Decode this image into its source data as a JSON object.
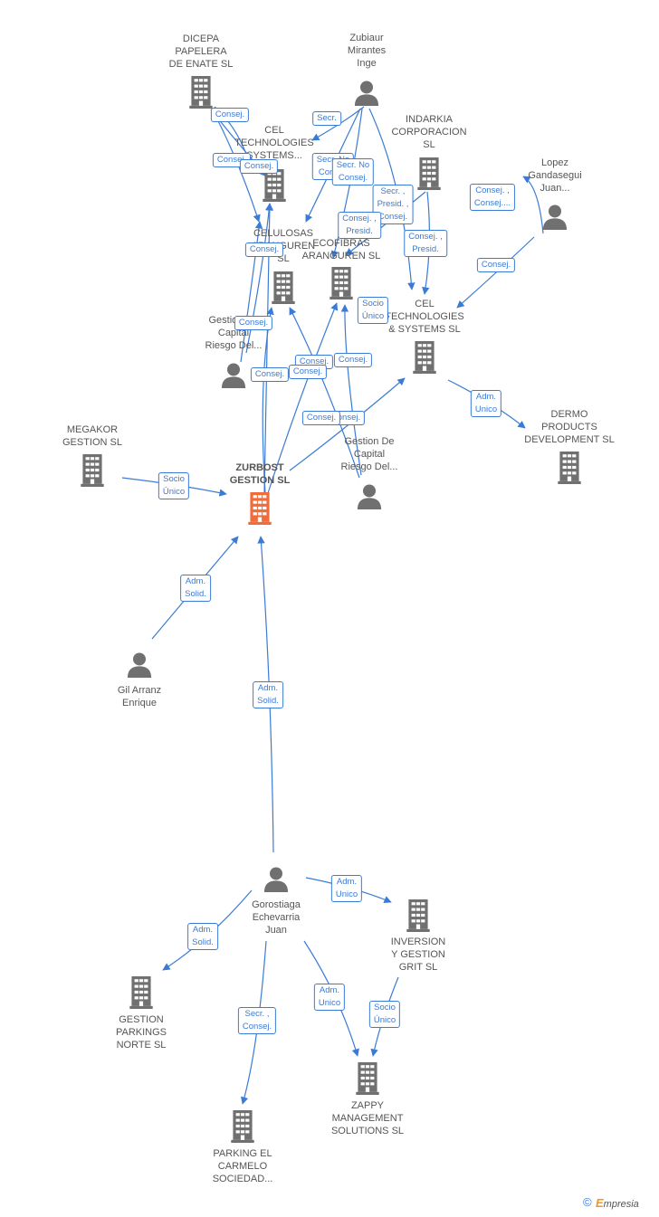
{
  "colors": {
    "edge": "#3a7bd5",
    "node": "#707070",
    "main_node": "#f26b3a"
  },
  "nodes": [
    {
      "id": "dicepa",
      "type": "company",
      "label": "DICEPA\nPAPELERA\nDE ENATE SL"
    },
    {
      "id": "zubiaur",
      "type": "person",
      "label": "Zubiaur\nMirantes\nInge"
    },
    {
      "id": "indarkia",
      "type": "company",
      "label": "INDARKIA\nCORPORACION\nSL"
    },
    {
      "id": "cel_top",
      "type": "company",
      "label": "CEL\nTECHNOLOGIES\nSYSTEMS..."
    },
    {
      "id": "lopez",
      "type": "person",
      "label": "Lopez\nGandasegui\nJuan..."
    },
    {
      "id": "celulosas",
      "type": "company",
      "label": "CELULOSAS\nARANGUREN\nSL"
    },
    {
      "id": "ecofibras",
      "type": "company",
      "label": "ECOFIBRAS\nARANGUREN SL"
    },
    {
      "id": "cel_mid",
      "type": "company",
      "label": "CEL\nTECHNOLOGIES\n& SYSTEMS SL"
    },
    {
      "id": "gestion1",
      "type": "person",
      "label": "Gestion De\nCapital\nRiesgo Del..."
    },
    {
      "id": "megakor",
      "type": "company",
      "label": "MEGAKOR\nGESTION SL"
    },
    {
      "id": "zurbost",
      "type": "main",
      "label": "ZURBOST\nGESTION SL"
    },
    {
      "id": "gestion2",
      "type": "person",
      "label": "Gestion De\nCapital\nRiesgo Del..."
    },
    {
      "id": "dermo",
      "type": "company",
      "label": "DERMO\nPRODUCTS\nDEVELOPMENT SL"
    },
    {
      "id": "gilarranz",
      "type": "person",
      "label": "Gil Arranz\nEnrique"
    },
    {
      "id": "gorostiaga",
      "type": "person",
      "label": "Gorostiaga\nEchevarria\nJuan"
    },
    {
      "id": "inversion",
      "type": "company",
      "label": "INVERSION\nY GESTION\nGRIT SL"
    },
    {
      "id": "gestionparkings",
      "type": "company",
      "label": "GESTION\nPARKINGS\nNORTE SL"
    },
    {
      "id": "zappy",
      "type": "company",
      "label": "ZAPPY\nMANAGEMENT\nSOLUTIONS SL"
    },
    {
      "id": "parking",
      "type": "company",
      "label": "PARKING EL\nCARMELO\nSOCIEDAD..."
    }
  ],
  "edges": [
    {
      "from": "dicepa",
      "to": "cel_top",
      "label": "Consej."
    },
    {
      "from": "dicepa",
      "to": "celulosas",
      "label": "Consej."
    },
    {
      "from": "dicepa",
      "to": "cel_top",
      "label": "Consej."
    },
    {
      "from": "zubiaur",
      "to": "cel_top",
      "label": "Secr."
    },
    {
      "from": "zubiaur",
      "to": "celulosas",
      "label": "Secr. No\nConsej."
    },
    {
      "from": "zubiaur",
      "to": "ecofibras",
      "label": "Secr. No\nConsej."
    },
    {
      "from": "zubiaur",
      "to": "cel_mid",
      "label": "Secr. ,\nPresid. ,\nConsej."
    },
    {
      "from": "indarkia",
      "to": "ecofibras",
      "label": "Consej. ,\nPresid."
    },
    {
      "from": "indarkia",
      "to": "cel_mid",
      "label": "Consej. ,\nPresid."
    },
    {
      "from": "lopez",
      "to": "indarkia",
      "label": "Consej. ,\nConsej...."
    },
    {
      "from": "lopez",
      "to": "cel_mid",
      "label": "Consej."
    },
    {
      "from": "gestion1",
      "to": "celulosas",
      "label": "Consej."
    },
    {
      "from": "gestion1",
      "to": "cel_top",
      "label": "Consej."
    },
    {
      "from": "ecofibras",
      "to": "cel_mid",
      "label": "Socio\nÚnico"
    },
    {
      "from": "zurbost",
      "to": "celulosas",
      "label": "Consej."
    },
    {
      "from": "zurbost",
      "to": "cel_top",
      "label": "Consej."
    },
    {
      "from": "zurbost",
      "to": "ecofibras",
      "label": "Consej."
    },
    {
      "from": "gestion2",
      "to": "celulosas",
      "label": "Consej."
    },
    {
      "from": "gestion2",
      "to": "ecofibras",
      "label": "Consej."
    },
    {
      "from": "zurbost",
      "to": "cel_mid",
      "label": "Consej."
    },
    {
      "from": "megakor",
      "to": "zurbost",
      "label": "Socio\nÚnico"
    },
    {
      "from": "cel_mid",
      "to": "dermo",
      "label": "Adm.\nUnico"
    },
    {
      "from": "gilarranz",
      "to": "zurbost",
      "label": "Adm.\nSolid."
    },
    {
      "from": "gorostiaga",
      "to": "zurbost",
      "label": "Adm.\nSolid."
    },
    {
      "from": "gorostiaga",
      "to": "inversion",
      "label": "Adm.\nUnico"
    },
    {
      "from": "gorostiaga",
      "to": "gestionparkings",
      "label": "Adm.\nSolid."
    },
    {
      "from": "gorostiaga",
      "to": "zappy",
      "label": "Adm.\nUnico"
    },
    {
      "from": "inversion",
      "to": "zappy",
      "label": "Socio\nÚnico"
    },
    {
      "from": "gorostiaga",
      "to": "parking",
      "label": "Secr. ,\nConsej."
    }
  ],
  "footer": {
    "copyright_symbol": "©",
    "brand_initial": "E",
    "brand_rest": "mpresia"
  }
}
